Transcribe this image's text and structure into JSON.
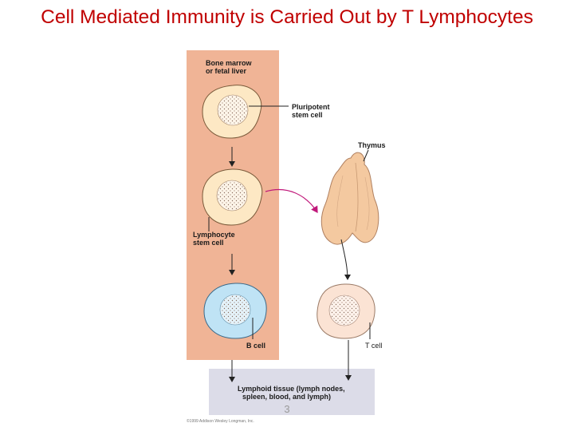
{
  "slide": {
    "title": "Cell Mediated Immunity is Carried Out by T Lymphocytes",
    "page_number": "3"
  },
  "diagram": {
    "bone_marrow_label_line1": "Bone marrow",
    "bone_marrow_label_line2": "or fetal liver",
    "pluripotent_label_line1": "Pluripotent",
    "pluripotent_label_line2": "stem cell",
    "thymus_label": "Thymus",
    "lymphocyte_label_line1": "Lymphocyte",
    "lymphocyte_label_line2": "stem cell",
    "b_cell_label": "B cell",
    "t_cell_label": "T cell",
    "lymphoid_label_line1": "Lymphoid tissue (lymph nodes,",
    "lymphoid_label_line2": "spleen, blood, and lymph)",
    "copyright": "©1999 Addison Wesley Longman, Inc."
  },
  "colors": {
    "title": "#c00000",
    "marrow_panel": "#f0b496",
    "stem_cell_fill": "#fde8c4",
    "b_cell_fill": "#bfe3f5",
    "t_cell_fill": "#fbe3d4",
    "thymus_fill": "#f4c9a0",
    "lymphoid_box": "#dcdce8",
    "magenta_arrow": "#c0187a"
  }
}
